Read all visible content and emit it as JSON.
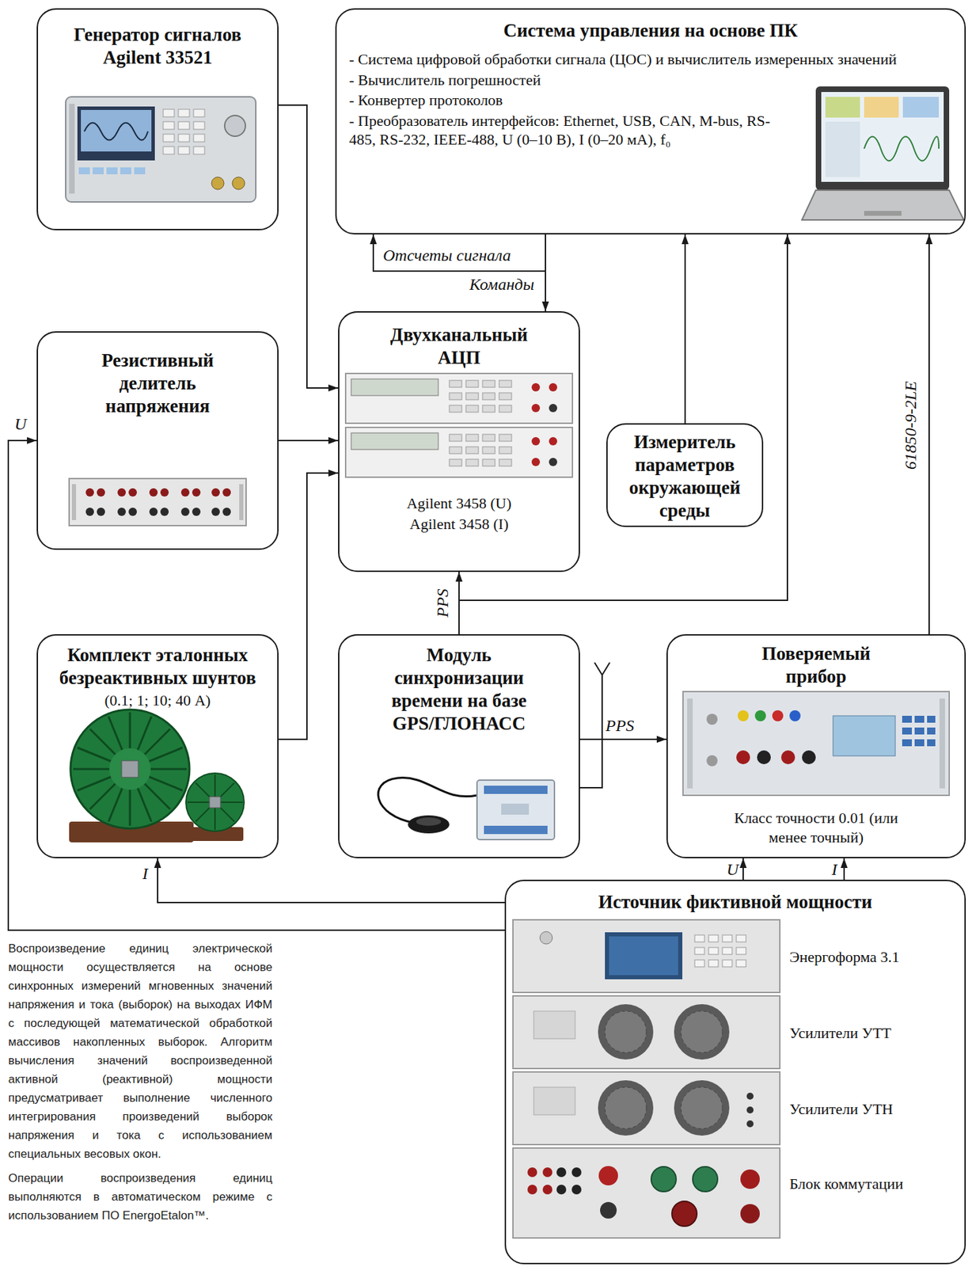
{
  "diagram": {
    "nodes": [
      {
        "text": [
          "Генератор сигналов Agilent 33521"
        ]
      },
      {
        "text": [
          "Система управления на основе ПК",
          "- Система цифровой обработки сигнала (ЦОС) и вычислитель измеренных значений",
          "- Вычислитель погрешностей",
          "- Конвертер протоколов",
          "- Преобразователь интерфейсов: Ethernet, USB, CAN, M-bus, RS-485, RS-232, IEEE-488, U (0–10 В), I (0–20 мА), f₀"
        ]
      },
      {
        "text": [
          "Резистивный делитель напряжения"
        ]
      },
      {
        "text": [
          "Двухканальный АЦП",
          "Agilent 3458 (U)",
          "Agilent 3458 (I)"
        ]
      },
      {
        "text": [
          "Измеритель параметров окружающей среды"
        ]
      },
      {
        "text": [
          "Комплект эталонных безреактивных шунтов",
          "(0.1; 1; 10; 40 А)"
        ]
      },
      {
        "text": [
          "Модуль синхронизации времени на базе GPS/ГЛОНАСС"
        ]
      },
      {
        "text": [
          "Поверяемый прибор",
          "Класс точности 0.01 (или менее точный)"
        ]
      },
      {
        "text": [
          "Источник фиктивной мощности",
          "Энергоформа 3.1",
          "Усилители УТТ",
          "Усилители УТН",
          "Блок коммутации"
        ]
      }
    ],
    "edges": [
      {
        "from": 0,
        "to": 3,
        "arrow": "to"
      },
      {
        "from": 2,
        "to": 3,
        "arrow": "to"
      },
      {
        "from": 5,
        "to": 3,
        "arrow": "to"
      },
      {
        "from": 3,
        "to": 1,
        "label": "Отсчеты сигнала",
        "arrow": "to"
      },
      {
        "from": 1,
        "to": 3,
        "label": "Команды",
        "arrow": "to"
      },
      {
        "from": 4,
        "to": 1,
        "arrow": "to"
      },
      {
        "from": 6,
        "to": 3,
        "label": "PPS",
        "arrow": "to"
      },
      {
        "from": 6,
        "to": 1,
        "arrow": "to"
      },
      {
        "from": 6,
        "to": 7,
        "label": "PPS",
        "arrow": "to"
      },
      {
        "from": 7,
        "to": 1,
        "label": "61850-9-2LE",
        "arrow": "to"
      },
      {
        "from": 8,
        "to": 7,
        "label": "U",
        "arrow": "to"
      },
      {
        "from": 8,
        "to": 7,
        "label": "I",
        "arrow": "to"
      },
      {
        "from": 8,
        "to": 5,
        "label": "I",
        "arrow": "to"
      },
      {
        "from": 8,
        "to": 2,
        "label": "U",
        "arrow": "to"
      }
    ],
    "labels": [
      "Воспроизведение единиц электрической мощности осуществляется на основе синхронных измерений мгновенных значений напряжения и тока (выборок) на выходах ИФМ с последующей математической обработкой массивов накопленных выборок. Алгоритм вычисления значений воспроизведенной активной (реактивной) мощности предусматривает выполнение численного интегрирования произведений выборок напряжения и тока с использованием специальных весовых окон.",
      "Операции воспроизведения единиц выполняются в автоматическом режиме с использованием ПО EnergoEtalon™."
    ]
  }
}
